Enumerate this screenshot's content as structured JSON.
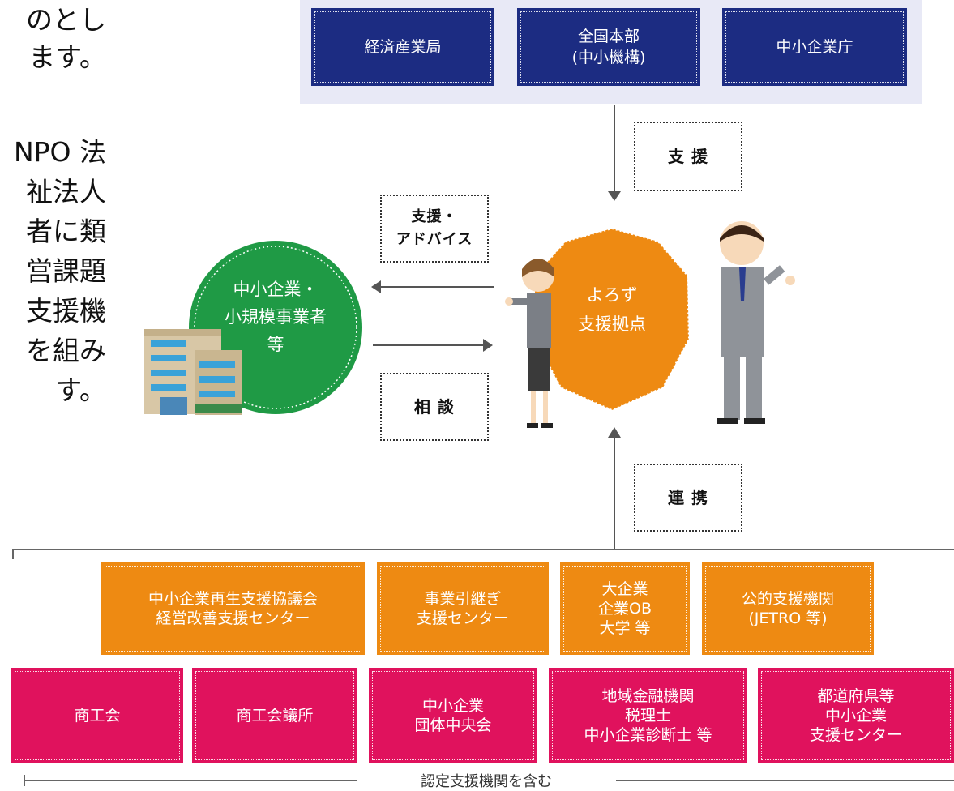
{
  "side_text": [
    "のとし",
    "ます。",
    "",
    "NPO 法",
    "祉法人",
    "者に類",
    "営課題",
    "支援機",
    "を組み",
    "す。"
  ],
  "top_agencies": [
    "経済産業局",
    "全国本部\n(中小機構)",
    "中小企業庁"
  ],
  "label_support_top": "支 援",
  "label_support_advice": "支援・\nアドバイス",
  "label_consult": "相 談",
  "label_cooperation": "連 携",
  "sme_circle": "中小企業・\n小規模事業者\n等",
  "yorozu_hub": "よろず\n支援拠点",
  "orange_partners": [
    "中小企業再生支援協議会\n経営改善支援センター",
    "事業引継ぎ\n支援センター",
    "大企業\n企業OB\n大学 等",
    "公的支援機関\n(JETRO 等)"
  ],
  "pink_partners": [
    "商工会",
    "商工会議所",
    "中小企業\n団体中央会",
    "地域金融機関\n税理士\n中小企業診断士 等",
    "都道府県等\n中小企業\n支援センター"
  ],
  "certified_note": "認定支援機関を含む",
  "colors": {
    "navy": "#1c2c82",
    "orange": "#ee8a12",
    "pink": "#e0125d",
    "green": "#1f9a45",
    "band": "#e8e9f6"
  }
}
